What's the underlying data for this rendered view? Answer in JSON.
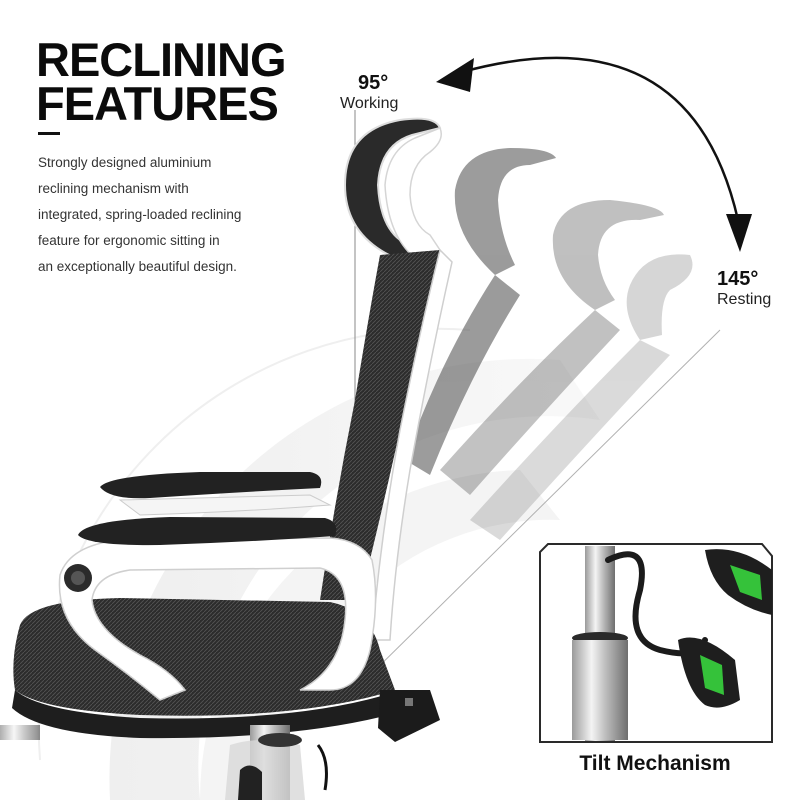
{
  "heading": [
    "RECLINING",
    "FEATURES"
  ],
  "description": [
    "Strongly designed aluminium",
    "reclining mechanism with",
    "integrated, spring-loaded reclining",
    "feature for ergonomic sitting in",
    "an exceptionally beautiful design."
  ],
  "angles": {
    "working": {
      "degrees": "95°",
      "label": "Working"
    },
    "resting": {
      "degrees": "145°",
      "label": "Resting"
    }
  },
  "inset_caption": "Tilt Mechanism",
  "icons": [
    "recline-arc-arrow-icon",
    "office-chair-illustration",
    "tilt-mechanism-photo"
  ],
  "colors": {
    "text": "#111111",
    "mesh": "#2a2a2a",
    "frame": "#ffffff",
    "accent_green": "#35c23a"
  }
}
